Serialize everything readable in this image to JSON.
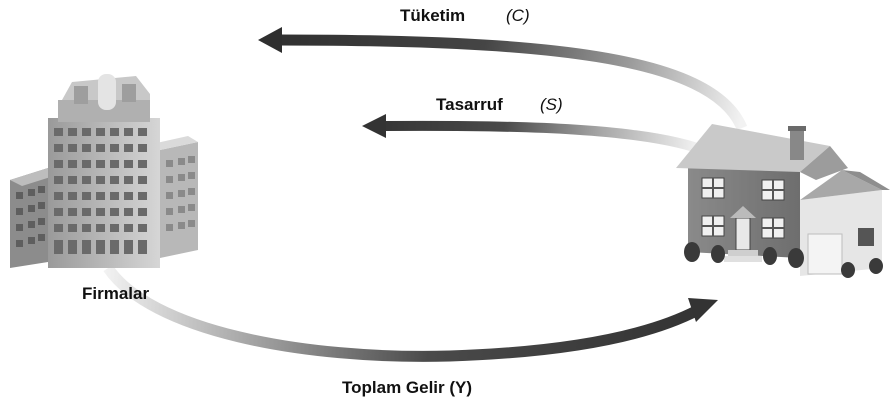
{
  "labels": {
    "consumption": "Tüketim",
    "consumption_symbol": "(C)",
    "savings": "Tasarruf",
    "savings_symbol": "(S)",
    "firms": "Firmalar",
    "total_income": "Toplam Gelir (Y)"
  },
  "colors": {
    "arrow_dark": "#3e3e3e",
    "arrow_light": "#e6e6e6",
    "text": "#111111"
  },
  "icons": {
    "firms": "office-building-icon",
    "households": "house-icon"
  }
}
